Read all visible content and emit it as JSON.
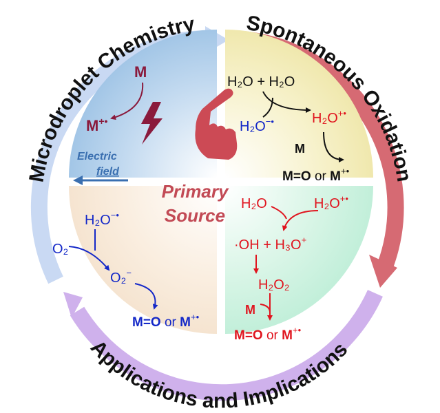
{
  "ring_titles": {
    "top_left": "Microdroplet Chemistry",
    "top_right": "Spontaneous Oxidation",
    "bottom": "Applications and Implications"
  },
  "center": {
    "line1": "Primary",
    "line2": "Source"
  },
  "top_left_quadrant": {
    "m": "M",
    "m_radical": "M",
    "m_radical_sup": "+•",
    "electric_field_line1": "Electric",
    "electric_field_line2": "field"
  },
  "top_right_quadrant": {
    "h2o_plus_h2o": "H₂O + H₂O",
    "h2o_anion": "H₂O",
    "h2o_anion_sup": "−•",
    "h2o_cation": "H₂O",
    "h2o_cation_sup": "+•",
    "m": "M",
    "product_mo": "M=O",
    "product_or": " or ",
    "product_m": "M",
    "product_m_sup": "+•"
  },
  "bottom_left_quadrant": {
    "h2o_anion": "H₂O",
    "h2o_anion_sup": "−•",
    "o2": "O₂",
    "superoxide": "O₂",
    "superoxide_sup": "−",
    "product_mo": "M=O",
    "product_or": " or ",
    "product_m": "M",
    "product_m_sup": "+•"
  },
  "bottom_right_quadrant": {
    "h2o": "H₂O",
    "h2o_cation": "H₂O",
    "h2o_cation_sup": "+•",
    "oh_h3o": "·OH + H₃O",
    "oh_h3o_sup": "+",
    "h2o2": "H₂O₂",
    "m": "M",
    "product_mo": "M=O",
    "product_or": " or ",
    "product_m": "M",
    "product_m_sup": "+•"
  },
  "colors": {
    "microdroplet_arc": "#c9d9f3",
    "oxidation_arc": "#d66a73",
    "applications_arc": "#cfb1ec",
    "quadrant_top_left": "#8fb8e0",
    "quadrant_top_right": "#efe7a8",
    "quadrant_bottom_left": "#f4e2cf",
    "quadrant_bottom_right": "#c9efdd",
    "pointer_hand": "#cc4a55",
    "center_text": "#c24a55",
    "maroon": "#8a1a3c",
    "blue": "#1428c8",
    "red": "#e0141e",
    "field_blue": "#3a6fb0"
  },
  "icons": [
    "lightning-bolt-icon",
    "pointing-hand-icon",
    "electric-field-arrow-icon"
  ]
}
